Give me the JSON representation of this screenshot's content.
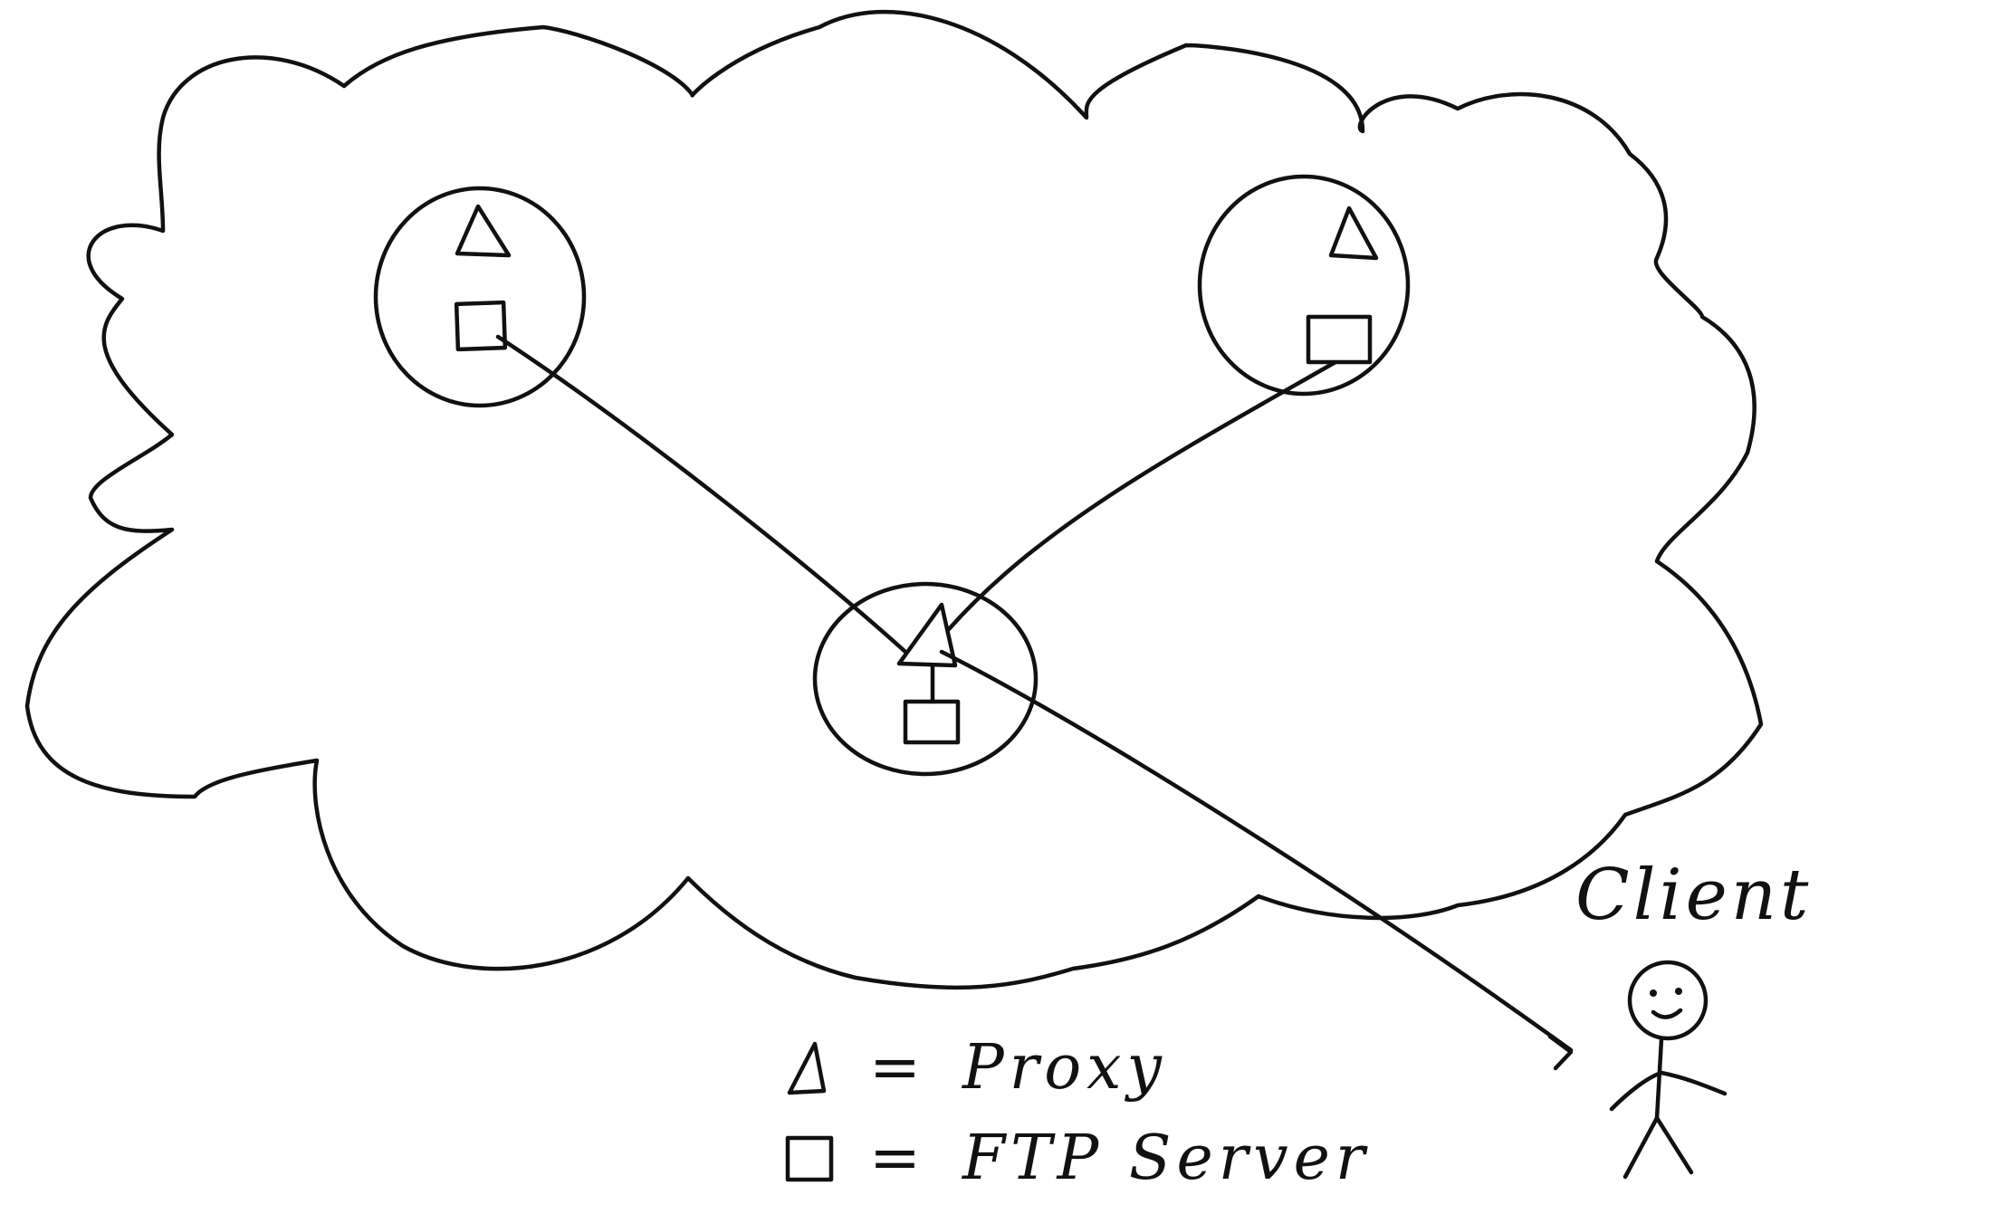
{
  "client_label": "Client",
  "legend": [
    {
      "symbol": "triangle-icon",
      "equals": "=",
      "text": "Proxy"
    },
    {
      "symbol": "square-icon",
      "equals": "=",
      "text": "FTP Server"
    }
  ],
  "ink_color": "#111111",
  "background": "#ffffff"
}
